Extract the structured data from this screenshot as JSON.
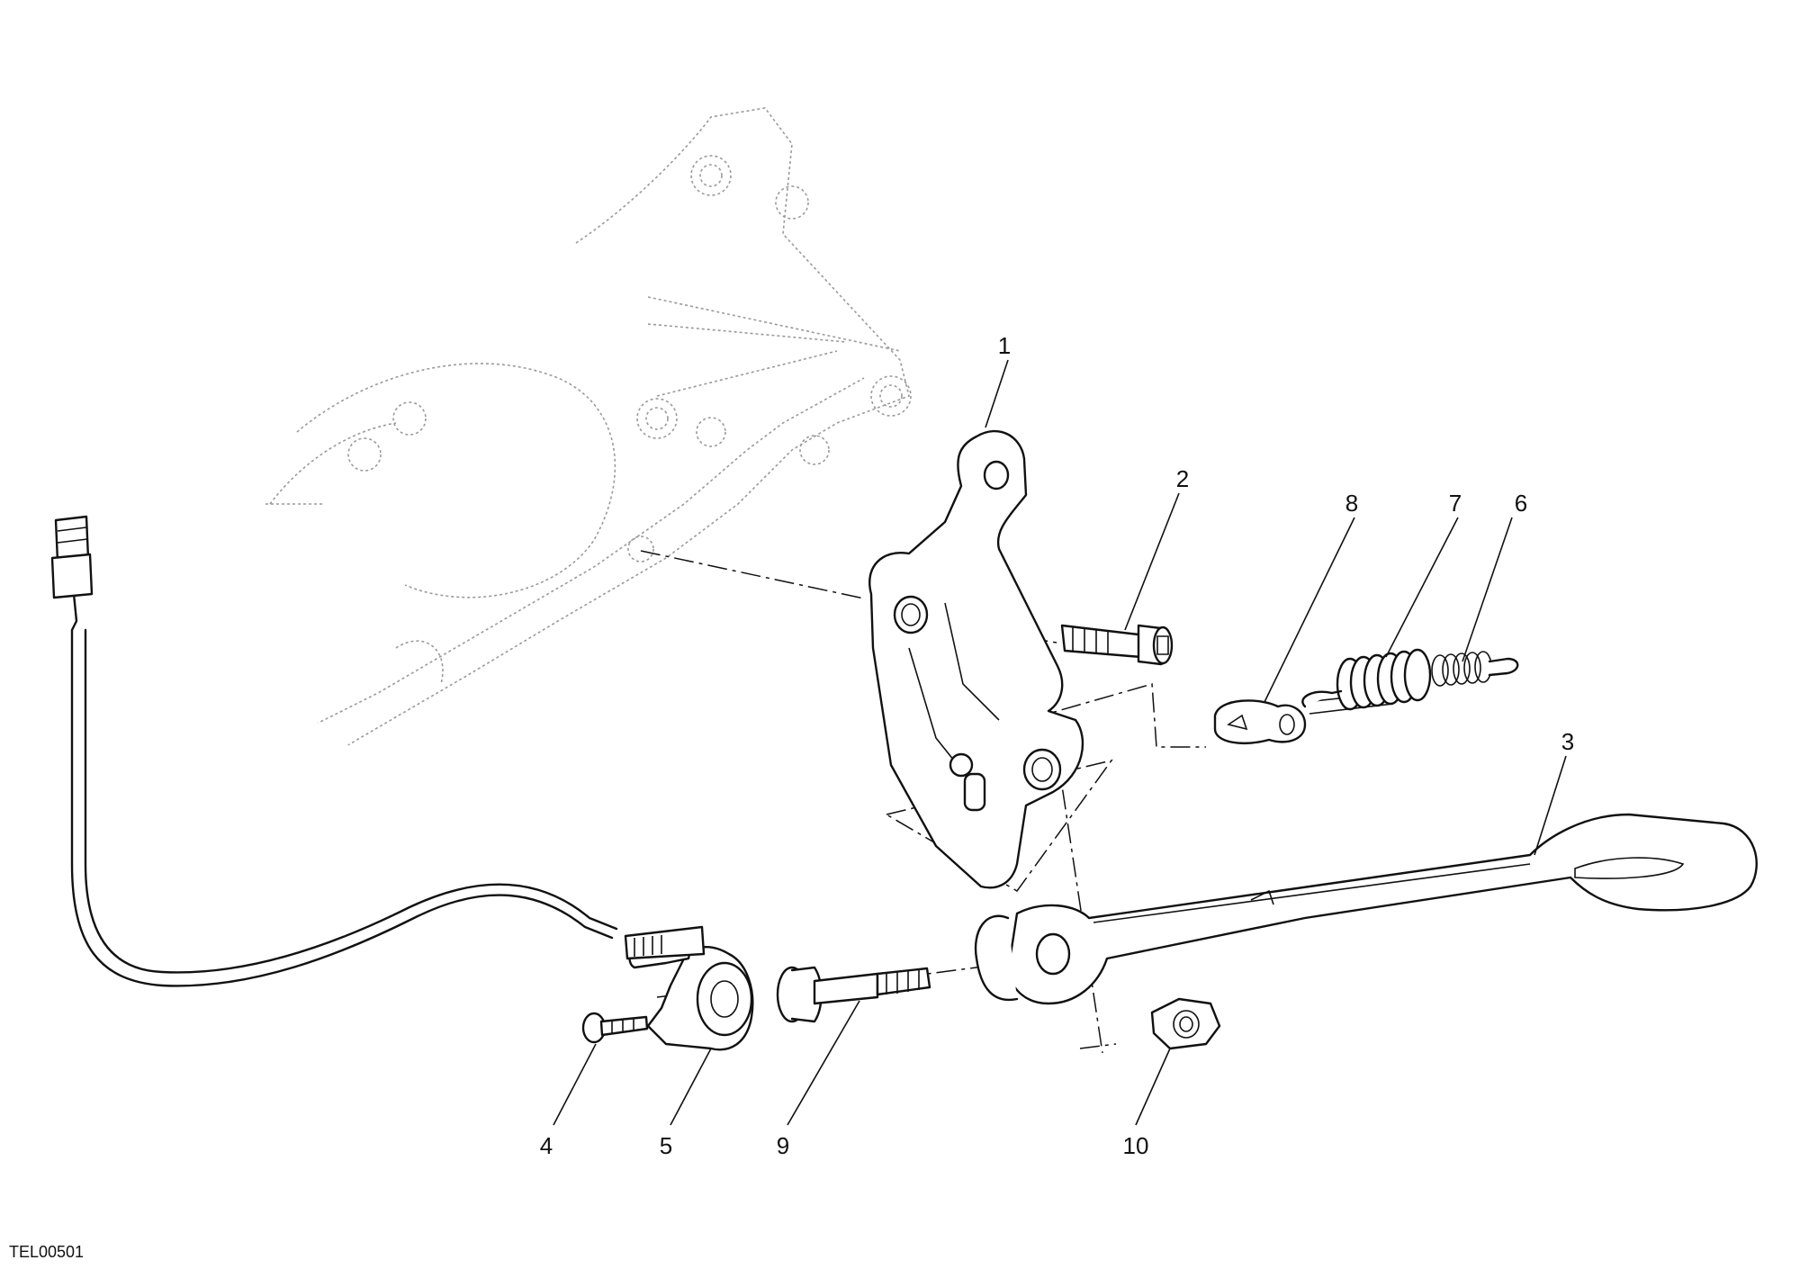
{
  "diagram": {
    "callouts": [
      {
        "id": "1",
        "label": "1"
      },
      {
        "id": "2",
        "label": "2"
      },
      {
        "id": "3",
        "label": "3"
      },
      {
        "id": "4",
        "label": "4"
      },
      {
        "id": "5",
        "label": "5"
      },
      {
        "id": "6",
        "label": "6"
      },
      {
        "id": "7",
        "label": "7"
      },
      {
        "id": "8",
        "label": "8"
      },
      {
        "id": "9",
        "label": "9"
      },
      {
        "id": "10",
        "label": "10"
      }
    ],
    "drawing_code": "TEL00501"
  }
}
